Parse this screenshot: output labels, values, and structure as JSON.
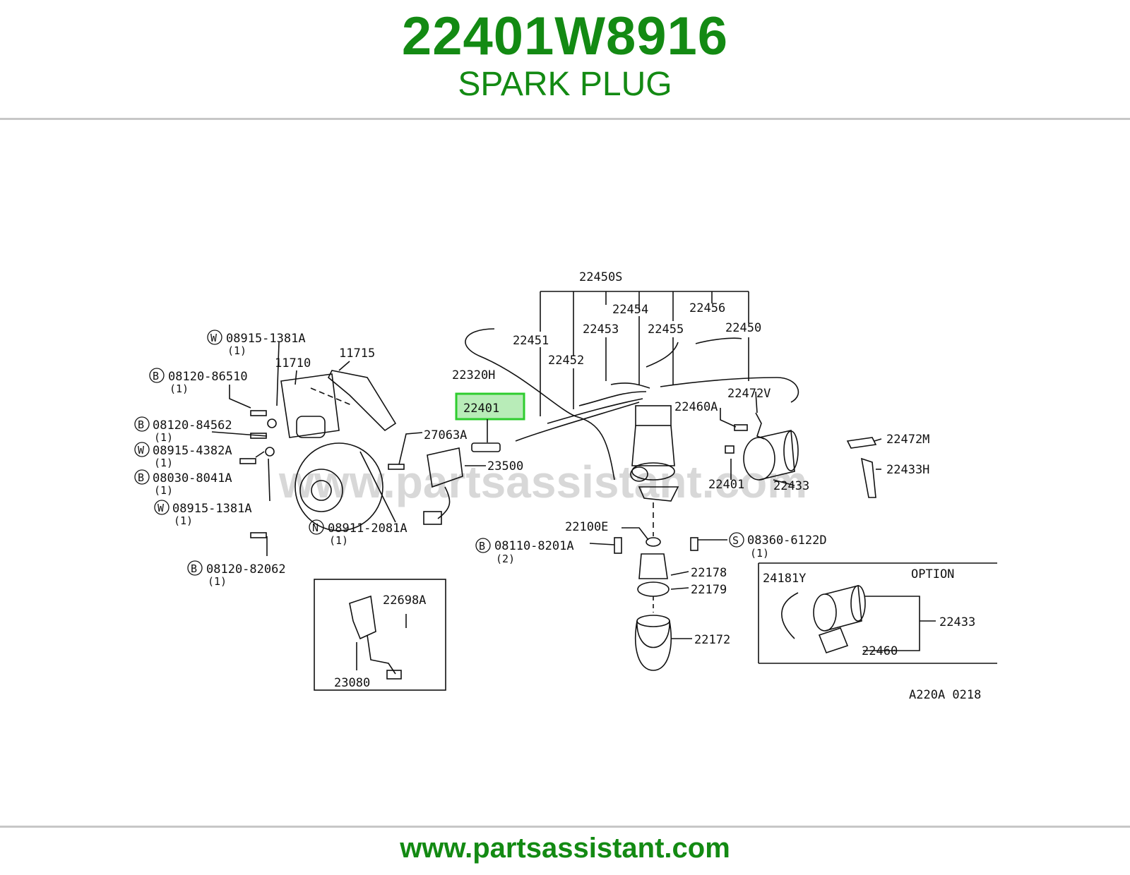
{
  "header": {
    "part_number": "22401W8916",
    "part_name": "SPARK PLUG"
  },
  "diagram": {
    "watermark": "www.partsassistant.com",
    "code": "A220A 0218",
    "option_label": "OPTION",
    "highlighted_part": "22401",
    "highlight_color": "#2ecc2e",
    "labels": {
      "p22450s": "22450S",
      "p22454": "22454",
      "p22456": "22456",
      "p22453": "22453",
      "p22455": "22455",
      "p22450": "22450",
      "p22451": "22451",
      "p22452": "22452",
      "p22320h": "22320H",
      "p22472v": "22472V",
      "p22460a": "22460A",
      "p22472m": "22472M",
      "p22433h": "22433H",
      "p22401_coil": "22401",
      "p22433_main": "22433",
      "p11715": "11715",
      "p11710": "11710",
      "p27063a": "27063A",
      "p23500": "23500",
      "p22100e": "22100E",
      "p22178": "22178",
      "p22179": "22179",
      "p22172": "22172",
      "p24181y": "24181Y",
      "p22433_opt": "22433",
      "p22460": "22460",
      "p22698a": "22698A",
      "p23080": "23080"
    },
    "bolts": {
      "w1": {
        "symbol": "W",
        "number": "08915-1381A",
        "qty": "(1)"
      },
      "b1": {
        "symbol": "B",
        "number": "08120-86510",
        "qty": "(1)"
      },
      "b2": {
        "symbol": "B",
        "number": "08120-84562",
        "qty": "(1)"
      },
      "w2": {
        "symbol": "W",
        "number": "08915-4382A",
        "qty": "(1)"
      },
      "b3": {
        "symbol": "B",
        "number": "08030-8041A",
        "qty": "(1)"
      },
      "w3": {
        "symbol": "W",
        "number": "08915-1381A",
        "qty": "(1)"
      },
      "n1": {
        "symbol": "N",
        "number": "08911-2081A",
        "qty": "(1)"
      },
      "b4": {
        "symbol": "B",
        "number": "08120-82062",
        "qty": "(1)"
      },
      "b5": {
        "symbol": "B",
        "number": "08110-8201A",
        "qty": "(2)"
      },
      "s1": {
        "symbol": "S",
        "number": "08360-6122D",
        "qty": "(1)"
      }
    }
  },
  "footer": {
    "url": "www.partsassistant.com"
  }
}
